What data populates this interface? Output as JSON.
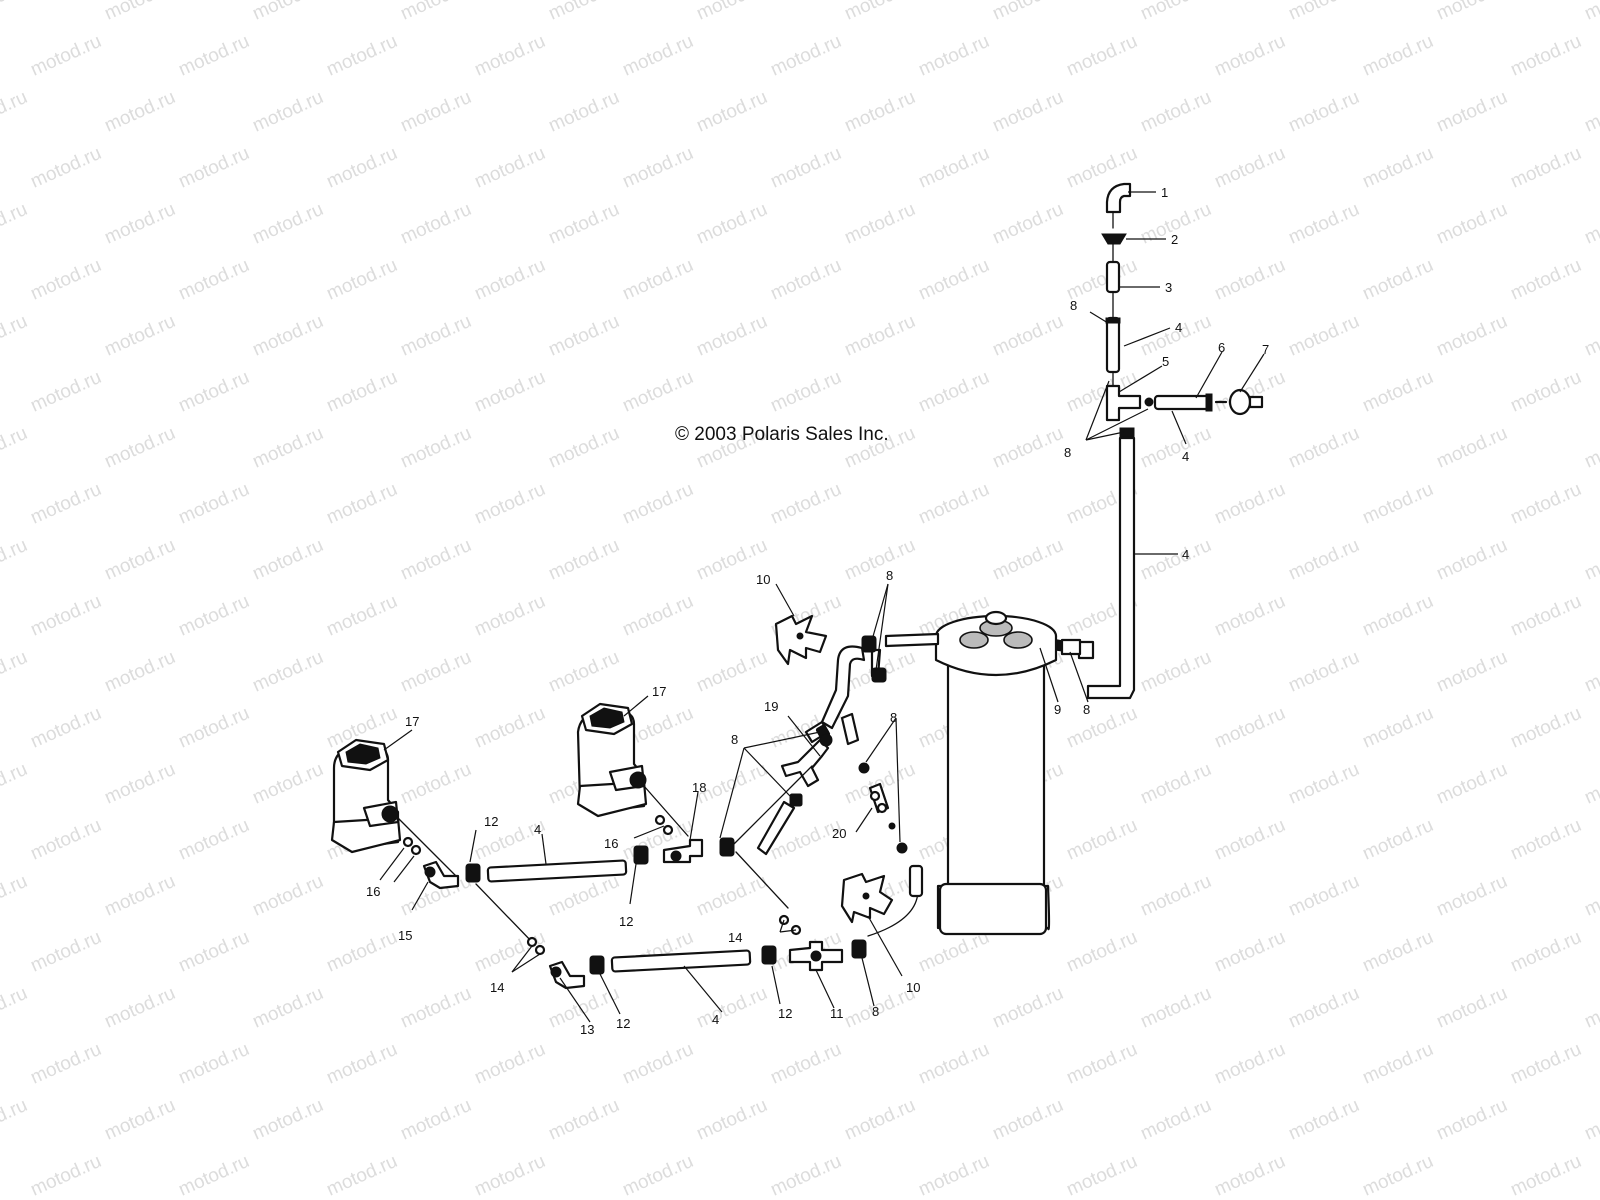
{
  "copyright": "© 2003 Polaris Sales Inc.",
  "watermark": "motod.ru",
  "labels": {
    "l1": "1",
    "l2": "2",
    "l3": "3",
    "l4a": "4",
    "l4b": "4",
    "l4c": "4",
    "l4d": "4",
    "l4e": "4",
    "l5": "5",
    "l6": "6",
    "l7": "7",
    "l8a": "8",
    "l8b": "8",
    "l8c": "8",
    "l8d": "8",
    "l8e": "8",
    "l8f": "8",
    "l8g": "8",
    "l9": "9",
    "l10a": "10",
    "l10b": "10",
    "l11": "11",
    "l12a": "12",
    "l12b": "12",
    "l12c": "12",
    "l12d": "12",
    "l13": "13",
    "l14a": "14",
    "l14b": "14",
    "l15": "15",
    "l16a": "16",
    "l16b": "16",
    "l17a": "17",
    "l17b": "17",
    "l18": "18",
    "l19": "19",
    "l20": "20"
  }
}
